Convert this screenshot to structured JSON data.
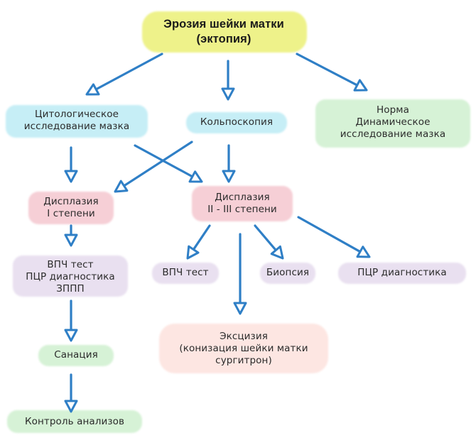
{
  "colors": {
    "arrow": "#2f7fc6",
    "yellow": "#eef28a",
    "blue": "#c6eef6",
    "green": "#d6f2d6",
    "pink": "#f6cfd6",
    "lilac": "#e9e0f0",
    "peach": "#fde6e2"
  },
  "nodes": {
    "root": {
      "lines": [
        "Эрозия шейки матки",
        "(эктопия)"
      ]
    },
    "cytology": {
      "lines": [
        "Цитологическое",
        "исследование мазка"
      ]
    },
    "colposcopy": {
      "lines": [
        "Кольпоскопия"
      ]
    },
    "norm": {
      "lines": [
        "Норма",
        "Динамическое",
        "исследование мазка"
      ]
    },
    "dysplasia1": {
      "lines": [
        "Дисплазия",
        "I степени"
      ]
    },
    "dysplasia23": {
      "lines": [
        "Дисплазия",
        "II - III степени"
      ]
    },
    "tests_left": {
      "lines": [
        "ВПЧ тест",
        "ПЦР диагностика",
        "ЗППП"
      ]
    },
    "hpv_test": {
      "lines": [
        "ВПЧ тест"
      ]
    },
    "biopsy": {
      "lines": [
        "Биопсия"
      ]
    },
    "pcr": {
      "lines": [
        "ПЦР диагностика"
      ]
    },
    "excision": {
      "lines": [
        "Эксцизия",
        "(конизация шейки матки",
        "сургитрон)"
      ]
    },
    "sanation": {
      "lines": [
        "Санация"
      ]
    },
    "control": {
      "lines": [
        "Контроль анализов"
      ]
    }
  }
}
